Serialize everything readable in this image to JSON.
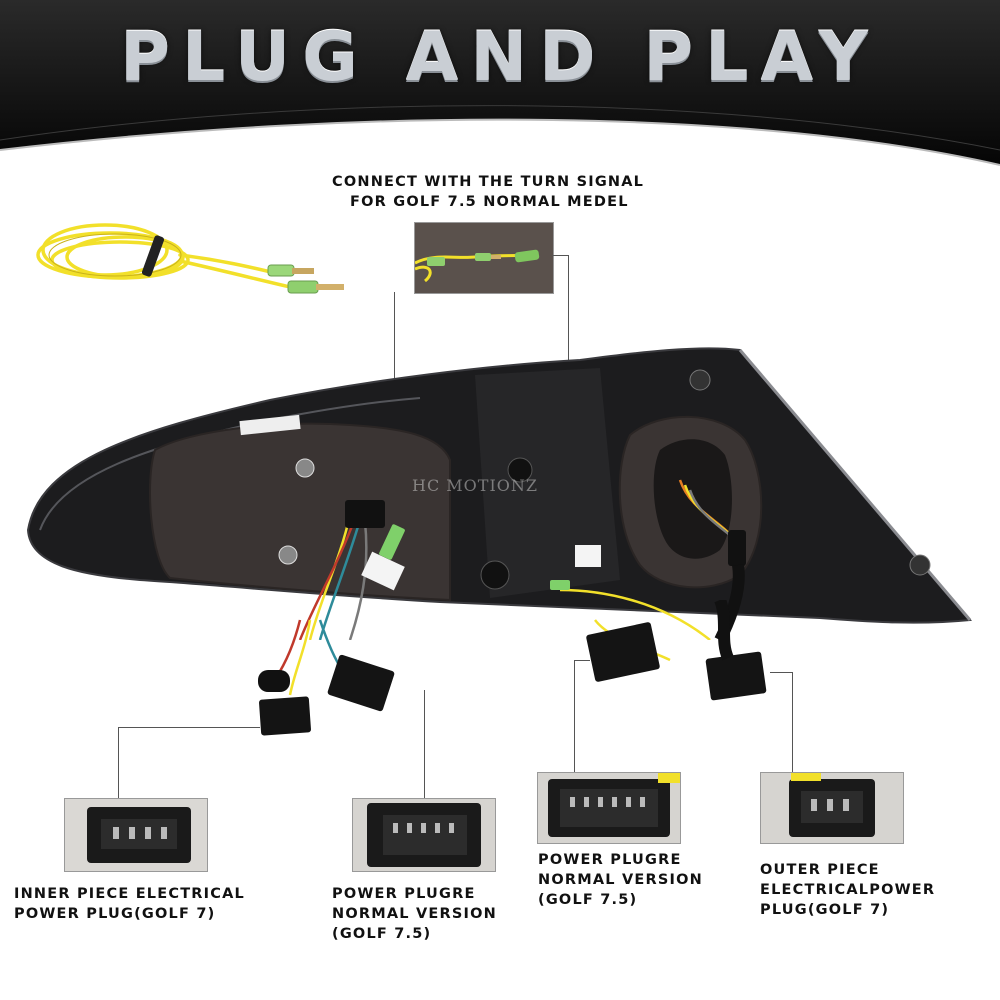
{
  "title": "PLUG AND PLAY",
  "watermark": "HC MOTIONZ",
  "top_label": [
    "CONNECT WITH THE TURN SIGNAL",
    "FOR GOLF 7.5 NORMAL MEDEL"
  ],
  "callouts": [
    {
      "lines": [
        "INNER PIECE ELECTRICAL",
        "POWER PLUG(GOLF 7)"
      ]
    },
    {
      "lines": [
        "POWER PLUGRE",
        "NORMAL VERSION",
        "(GOLF 7.5)"
      ]
    },
    {
      "lines": [
        "POWER PLUGRE",
        "NORMAL VERSION",
        "(GOLF 7.5)"
      ]
    },
    {
      "lines": [
        "OUTER PIECE",
        "ELECTRICALPOWER",
        "PLUG(GOLF 7)"
      ]
    }
  ],
  "colors": {
    "banner": "#0a0a0a",
    "wire_yellow": "#f2e02a",
    "housing": "#1c1c1e",
    "gasket": "#3a3433"
  }
}
